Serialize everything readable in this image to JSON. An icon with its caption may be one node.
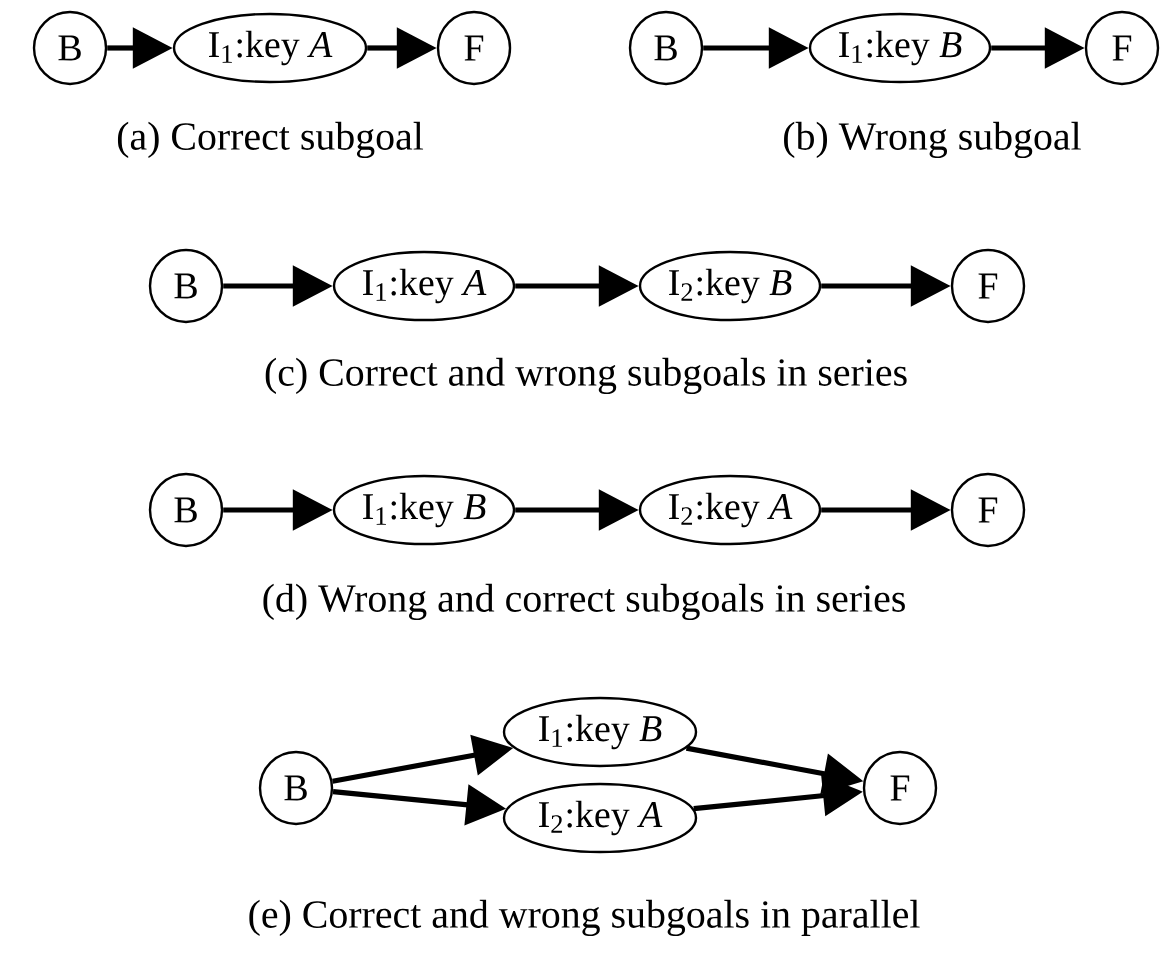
{
  "diagram": {
    "nodes": [
      {
        "text": [
          "B"
        ]
      },
      {
        "text": [
          "I$_{1}$:key *A*"
        ]
      },
      {
        "text": [
          "F"
        ]
      },
      {
        "text": [
          "B"
        ]
      },
      {
        "text": [
          "I$_{1}$:key *B*"
        ]
      },
      {
        "text": [
          "F"
        ]
      },
      {
        "text": [
          "B"
        ]
      },
      {
        "text": [
          "I$_{1}$:key *A*"
        ]
      },
      {
        "text": [
          "I$_{2}$:key *B*"
        ]
      },
      {
        "text": [
          "F"
        ]
      },
      {
        "text": [
          "B"
        ]
      },
      {
        "text": [
          "I$_{1}$:key *B*"
        ]
      },
      {
        "text": [
          "I$_{2}$:key *A*"
        ]
      },
      {
        "text": [
          "F"
        ]
      },
      {
        "text": [
          "B"
        ]
      },
      {
        "text": [
          "I$_{1}$:key *B*"
        ]
      },
      {
        "text": [
          "I$_{2}$:key *A*"
        ]
      },
      {
        "text": [
          "F"
        ]
      }
    ],
    "edges": [
      {
        "from": 0,
        "to": 1,
        "arrow": "to"
      },
      {
        "from": 1,
        "to": 2,
        "arrow": "to"
      },
      {
        "from": 3,
        "to": 4,
        "arrow": "to"
      },
      {
        "from": 4,
        "to": 5,
        "arrow": "to"
      },
      {
        "from": 6,
        "to": 7,
        "arrow": "to"
      },
      {
        "from": 7,
        "to": 8,
        "arrow": "to"
      },
      {
        "from": 8,
        "to": 9,
        "arrow": "to"
      },
      {
        "from": 10,
        "to": 11,
        "arrow": "to"
      },
      {
        "from": 11,
        "to": 12,
        "arrow": "to"
      },
      {
        "from": 12,
        "to": 13,
        "arrow": "to"
      },
      {
        "from": 14,
        "to": 15,
        "arrow": "to"
      },
      {
        "from": 14,
        "to": 16,
        "arrow": "to"
      },
      {
        "from": 15,
        "to": 17,
        "arrow": "to"
      },
      {
        "from": 16,
        "to": 17,
        "arrow": "to"
      }
    ],
    "labels": [
      "(a) Correct subgoal",
      "(b) Wrong subgoal",
      "(c) Correct and wrong subgoals in series",
      "(d) Wrong and correct subgoals in series",
      "(e) Correct and wrong subgoals in parallel"
    ]
  }
}
